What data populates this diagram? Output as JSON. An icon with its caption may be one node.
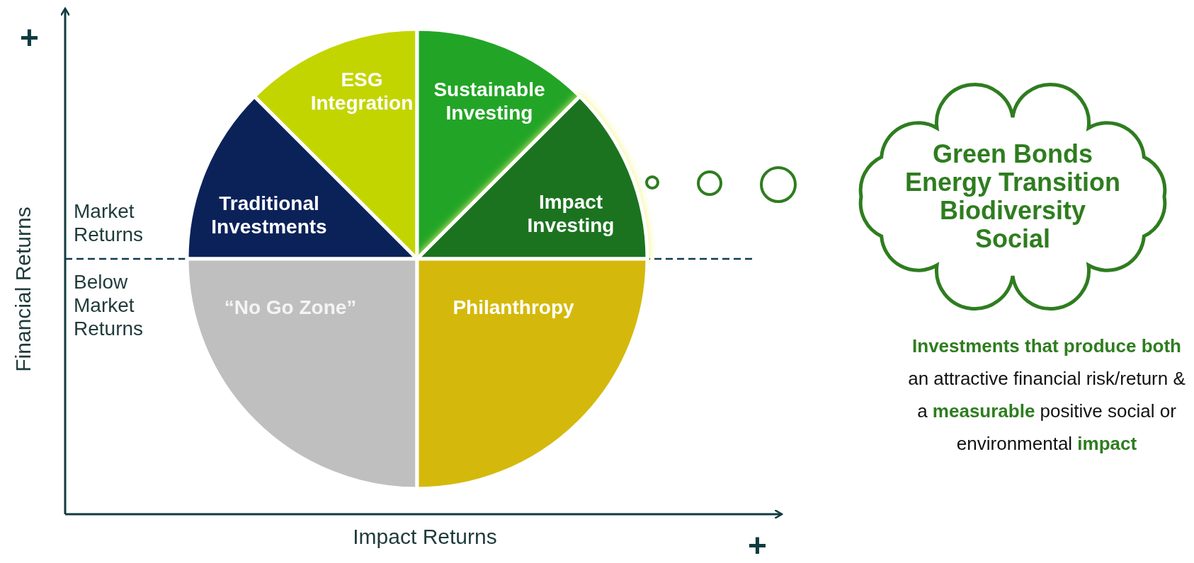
{
  "diagram": {
    "nodes": [
      {
        "text": [
          "Traditional Investments"
        ]
      },
      {
        "text": [
          "ESG Integration"
        ]
      },
      {
        "text": [
          "Sustainable Investing"
        ]
      },
      {
        "text": [
          "Impact Investing"
        ]
      },
      {
        "text": [
          "“No Go Zone”"
        ]
      },
      {
        "text": [
          "Philanthropy"
        ]
      },
      {
        "text": [
          "Green Bonds",
          "Energy Transition",
          "Biodiversity",
          "Social"
        ]
      }
    ],
    "edges": [],
    "labels": [
      "+",
      "Financial Returns",
      "Market Returns",
      "Below Market Returns",
      "Impact Returns",
      "+",
      "**Investments that produce both** an attractive financial risk/return & a **measurable** positive social or environmental **impact**"
    ]
  }
}
